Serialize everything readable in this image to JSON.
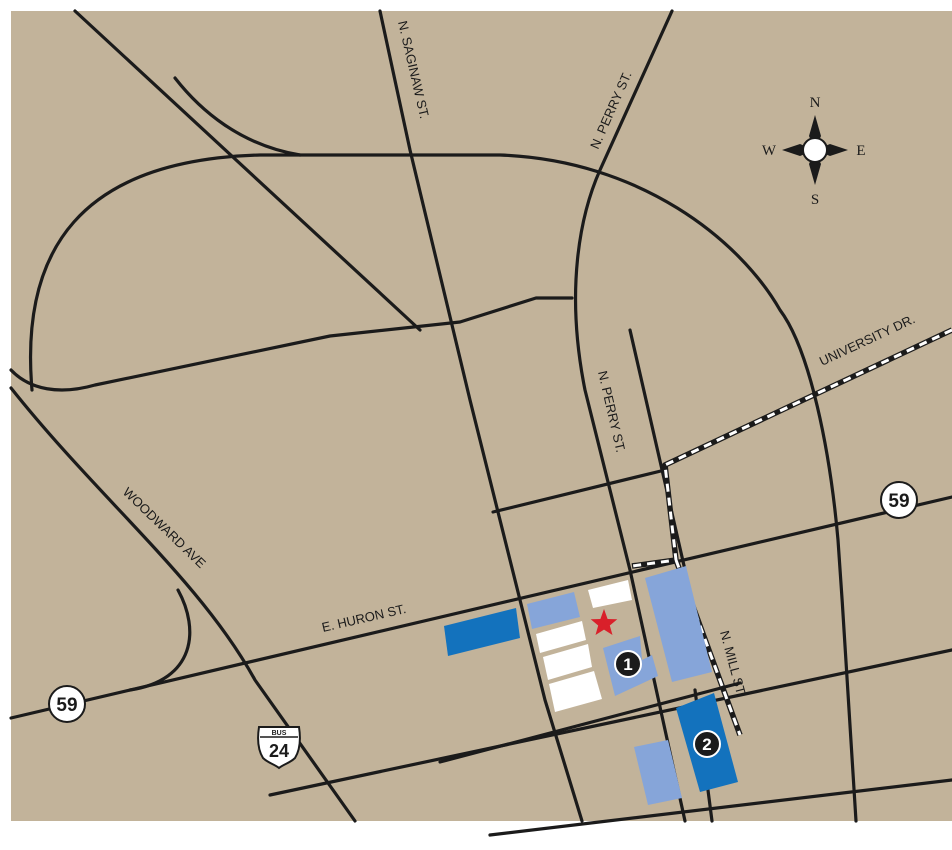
{
  "map": {
    "colors": {
      "land": "#c2b39a",
      "road": "#1b1b1b",
      "parking_primary": "#1372bd",
      "parking_secondary": "#86a5d9",
      "building": "#ffffff",
      "star": "#d9202a"
    },
    "streets": {
      "n_saginaw": "N. SAGINAW ST.",
      "n_perry_north": "N. PERRY ST.",
      "n_perry_south": "N. PERRY ST.",
      "university": "UNIVERSITY DR.",
      "woodward": "WOODWARD AVE",
      "e_huron": "E. HURON ST.",
      "n_mill": "N. MILL ST."
    },
    "compass": {
      "north": "N",
      "south": "S",
      "east": "E",
      "west": "W"
    },
    "route_shields": {
      "route_59_east": "59",
      "route_59_west": "59",
      "bus_24_top": "BUS",
      "bus_24_number": "24"
    },
    "markers": {
      "lot_1": "1",
      "lot_2": "2",
      "destination_icon": "star-icon"
    }
  }
}
